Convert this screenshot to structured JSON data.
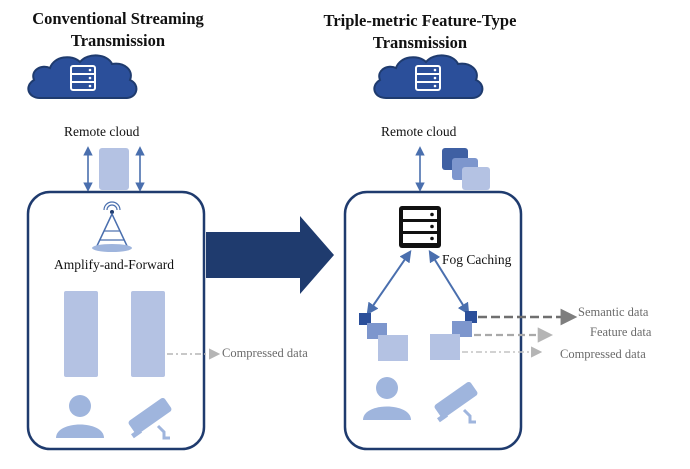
{
  "left_panel": {
    "title_line1": "Conventional Streaming",
    "title_line2": "Transmission",
    "cloud_label": "Remote cloud",
    "node_label": "Amplify-and-Forward",
    "output_label": "Compressed data"
  },
  "right_panel": {
    "title_line1": "Triple-metric Feature-Type",
    "title_line2": "Transmission",
    "cloud_label": "Remote cloud",
    "node_label": "Fog Caching",
    "outputs": [
      "Semantic data",
      "Feature data",
      "Compressed data"
    ]
  },
  "colors": {
    "dark_blue": "#1f3b6e",
    "mid_blue": "#4a6fae",
    "light_block": "#b4c2e3",
    "icon_blue": "#9fb5dd",
    "legend_gray": "#8a8a8a"
  },
  "icons": [
    "server-icon",
    "antenna-tower-icon",
    "person-icon",
    "camera-icon",
    "right-arrow-icon"
  ]
}
